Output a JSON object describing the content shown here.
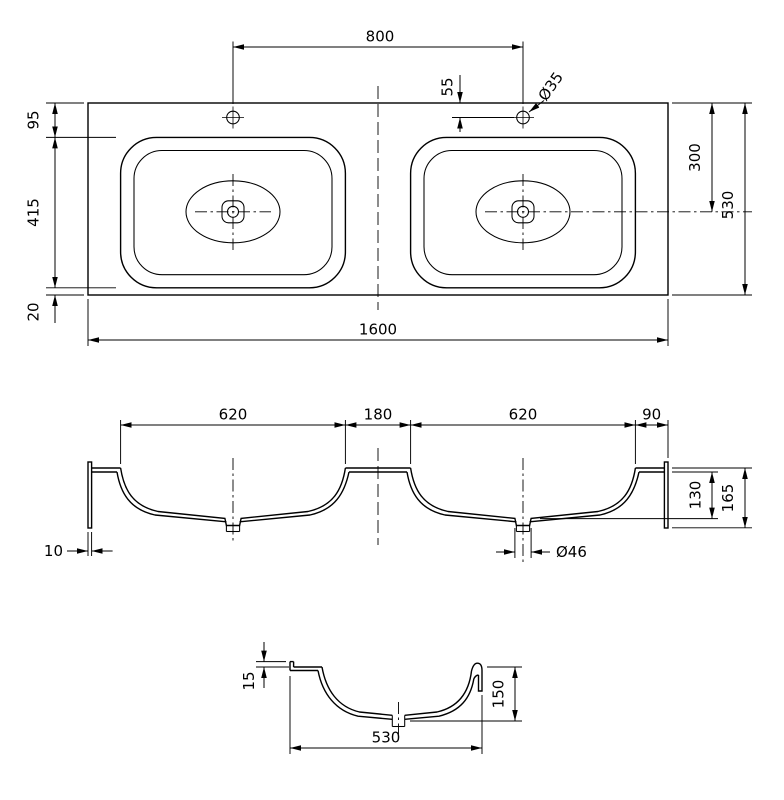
{
  "colors": {
    "line": "#000000",
    "background": "#ffffff"
  },
  "plan_view": {
    "faucet_spacing": "800",
    "edge_to_faucet": "55",
    "faucet_hole_diameter": "Ø35",
    "edge_to_rim": "95",
    "rim_depth": "415",
    "rim_to_edge": "20",
    "edge_to_drain": "300",
    "overall_depth": "530",
    "overall_width": "1600"
  },
  "front_view": {
    "left_bowl_width": "620",
    "center_gap": "180",
    "right_bowl_width": "620",
    "end_margin": "90",
    "bowl_depth": "130",
    "overall_height": "165",
    "wall_thickness": "10",
    "drain_diameter": "Ø46"
  },
  "side_view": {
    "rim_upstand": "15",
    "body_height": "150",
    "overall_depth": "530"
  }
}
